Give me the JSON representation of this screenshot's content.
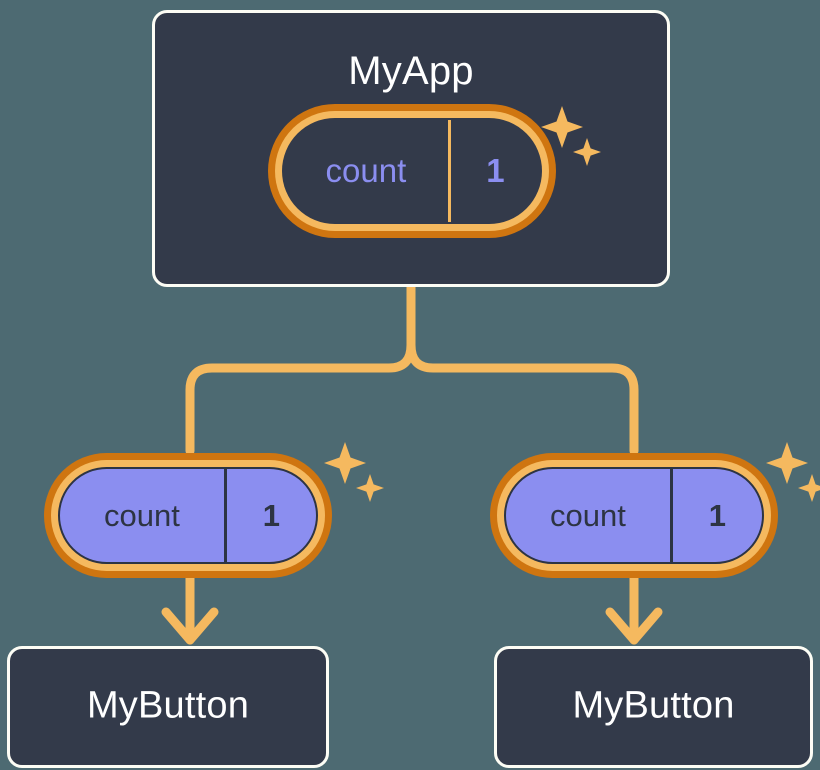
{
  "diagram": {
    "title_text": "MyApp",
    "background_color": "#4d6a72",
    "accent_color": "#f5b95f",
    "ring_outer_color": "#cf7510",
    "signal_fill_color": "#8b8ef0",
    "card_fill_color": "#333a4a",
    "card_border_color": "#fdfdf5"
  },
  "root": {
    "label": "MyApp",
    "signal": {
      "name": "count",
      "value": "1"
    },
    "sparkle_icon": "sparkles-icon"
  },
  "children": [
    {
      "signal": {
        "name": "count",
        "value": "1"
      },
      "sparkle_icon": "sparkles-icon",
      "component": {
        "label": "MyButton"
      },
      "arrow_icon": "arrow-down-icon"
    },
    {
      "signal": {
        "name": "count",
        "value": "1"
      },
      "sparkle_icon": "sparkles-icon",
      "component": {
        "label": "MyButton"
      },
      "arrow_icon": "arrow-down-icon"
    }
  ],
  "connector": {
    "icon": "tree-branch-connector",
    "color": "#f5b95f"
  }
}
